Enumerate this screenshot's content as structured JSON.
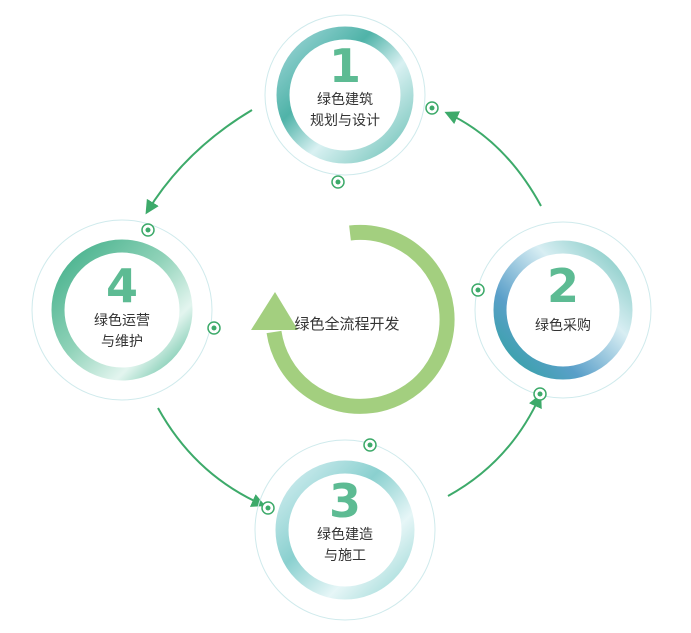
{
  "center": {
    "label": "绿色全流程开发"
  },
  "steps": [
    {
      "number": "1",
      "line1": "绿色建筑",
      "line2": "规划与设计"
    },
    {
      "number": "2",
      "line1": "绿色采购",
      "line2": ""
    },
    {
      "number": "3",
      "line1": "绿色建造",
      "line2": "与施工"
    },
    {
      "number": "4",
      "line1": "绿色运营",
      "line2": "与维护"
    }
  ],
  "colors": {
    "ring_teal": "#4fb3a8",
    "ring_light": "#c7e9ec",
    "ring_blue": "#5a9fc9",
    "arrow_green": "#3daa6a",
    "center_arrow": "#a3cf7f",
    "number_green": "#5dbb93",
    "text": "#333333"
  }
}
